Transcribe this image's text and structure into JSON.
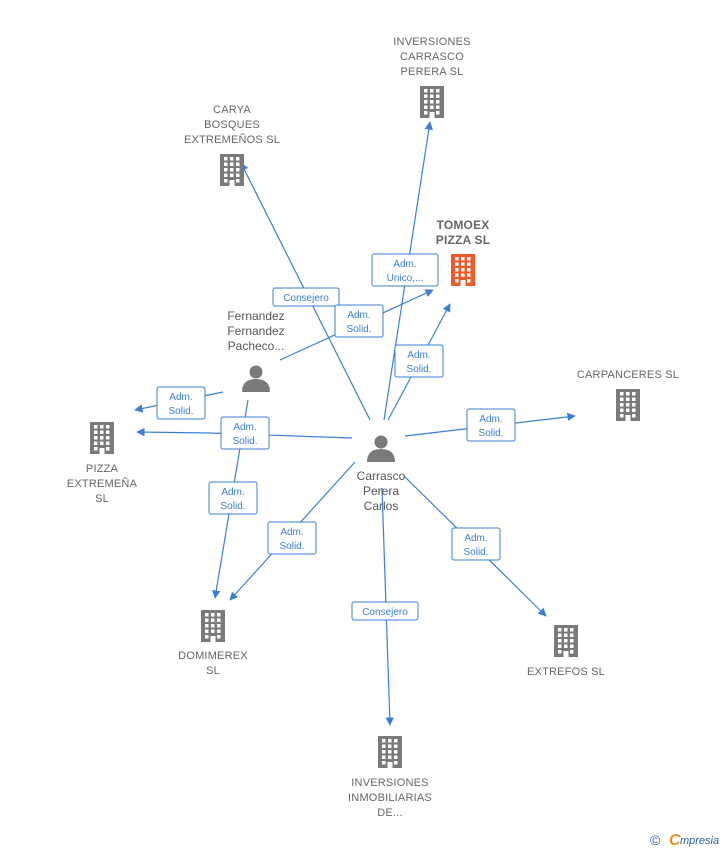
{
  "colors": {
    "edge": "#3a7fd5",
    "building": "#7a7a7a",
    "building_highlight": "#f05a28",
    "person": "#7a7a7a"
  },
  "companies": [
    {
      "id": "inv-carrasco",
      "lines": [
        "INVERSIONES",
        "CARRASCO",
        "PERERA  SL"
      ],
      "highlight": false
    },
    {
      "id": "carya",
      "lines": [
        "CARYA",
        "BOSQUES",
        "EXTREMEÑOS SL"
      ],
      "highlight": false
    },
    {
      "id": "tomoex",
      "lines": [
        "TOMOEX",
        "PIZZA  SL"
      ],
      "highlight": true
    },
    {
      "id": "carpanceres",
      "lines": [
        "CARPANCERES SL"
      ],
      "highlight": false
    },
    {
      "id": "pizza-ext",
      "lines": [
        "PIZZA",
        "EXTREMEÑA",
        "SL"
      ],
      "highlight": false
    },
    {
      "id": "domimerex",
      "lines": [
        "DOMIMEREX",
        "SL"
      ],
      "highlight": false
    },
    {
      "id": "extrefos",
      "lines": [
        "EXTREFOS SL"
      ],
      "highlight": false
    },
    {
      "id": "inv-inmob",
      "lines": [
        "INVERSIONES",
        "INMOBILIARIAS",
        "DE..."
      ],
      "highlight": false
    }
  ],
  "persons": [
    {
      "id": "fernandez",
      "lines": [
        "Fernandez",
        "Fernandez",
        "Pacheco..."
      ]
    },
    {
      "id": "carrasco",
      "lines": [
        "Carrasco",
        "Perera",
        "Carlos"
      ]
    }
  ],
  "edges": [
    {
      "from": "carrasco",
      "to": "carya",
      "label": [
        "Consejero"
      ]
    },
    {
      "from": "carrasco",
      "to": "inv-carrasco",
      "label": [
        "Adm.",
        "Unico,..."
      ]
    },
    {
      "from": "carrasco",
      "to": "tomoex",
      "label": [
        "Adm.",
        "Solid."
      ]
    },
    {
      "from": "fernandez",
      "to": "tomoex",
      "label": [
        "Adm.",
        "Solid."
      ]
    },
    {
      "from": "fernandez",
      "to": "pizza-ext",
      "label": [
        "Adm.",
        "Solid."
      ]
    },
    {
      "from": "carrasco",
      "to": "pizza-ext",
      "label": [
        "Adm.",
        "Solid."
      ]
    },
    {
      "from": "fernandez",
      "to": "domimerex",
      "label": [
        "Adm.",
        "Solid."
      ]
    },
    {
      "from": "carrasco",
      "to": "domimerex",
      "label": [
        "Adm.",
        "Solid."
      ]
    },
    {
      "from": "carrasco",
      "to": "carpanceres",
      "label": [
        "Adm.",
        "Solid."
      ]
    },
    {
      "from": "carrasco",
      "to": "extrefos",
      "label": [
        "Adm.",
        "Solid."
      ]
    },
    {
      "from": "carrasco",
      "to": "inv-inmob",
      "label": [
        "Consejero"
      ]
    }
  ],
  "footer": {
    "copyright": "©",
    "brand_initial": "C",
    "brand_rest": "mpresia"
  }
}
